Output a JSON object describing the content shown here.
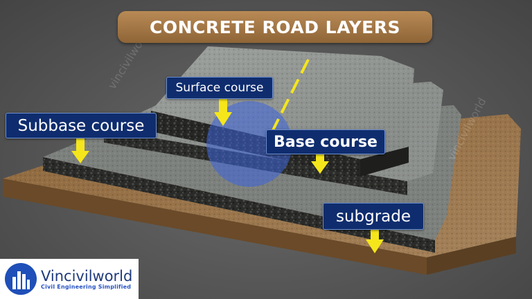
{
  "title": "CONCRETE ROAD LAYERS",
  "labels": {
    "surface": "Surface course",
    "subbase": "Subbase course",
    "base": "Base course",
    "subgrade": "subgrade"
  },
  "watermark": "vincivilworld",
  "logo": {
    "name": "Vincivilworld",
    "tagline": "Civil Engineering Simplified"
  },
  "colors": {
    "banner": "#a57845",
    "label_bg": "#0f2d6e",
    "arrow": "#f5e61c",
    "soil": "#8a6238",
    "concrete": "#8f9390",
    "aggregate": "#2f302d"
  }
}
